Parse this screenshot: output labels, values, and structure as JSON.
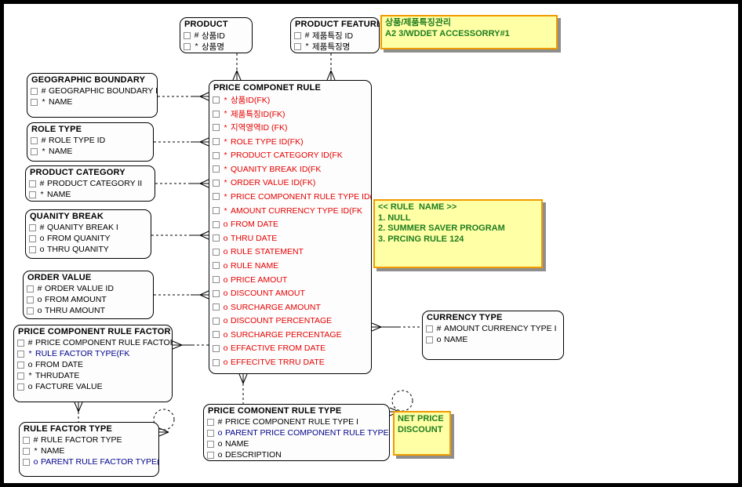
{
  "colors": {
    "entity_border": "#000000",
    "entity_fill": "#fdfdfd",
    "attr_default": "#000000",
    "attr_fk_red": "#e60000",
    "attr_fk_blue": "#00008b",
    "note_fill": "#ffffa6",
    "note_border": "#f09b00",
    "note_text": "#1f7d1f",
    "note_shadow": "#8e8e8e"
  },
  "entities": {
    "product": {
      "title": "PRODUCT",
      "attrs": [
        {
          "k": "#",
          "t": "상품ID"
        },
        {
          "k": "*",
          "t": "상품명"
        }
      ]
    },
    "product_feature": {
      "title": "PRODUCT FEATURE",
      "attrs": [
        {
          "k": "#",
          "t": "제품특징 ID"
        },
        {
          "k": "*",
          "t": "제품특징명"
        }
      ]
    },
    "geographic_boundary": {
      "title": "GEOGRAPHIC BOUNDARY",
      "attrs": [
        {
          "k": "#",
          "t": "GEOGRAPHIC BOUNDARY I"
        },
        {
          "k": "*",
          "t": "NAME"
        }
      ]
    },
    "role_type": {
      "title": "ROLE TYPE",
      "attrs": [
        {
          "k": "#",
          "t": "ROLE TYPE ID"
        },
        {
          "k": "*",
          "t": "NAME"
        }
      ]
    },
    "product_category": {
      "title": "PRODUCT CATEGORY",
      "attrs": [
        {
          "k": "#",
          "t": "PRODUCT CATEGORY II"
        },
        {
          "k": "*",
          "t": "NAME"
        }
      ]
    },
    "quanity_break": {
      "title": "QUANITY BREAK",
      "attrs": [
        {
          "k": "#",
          "t": "QUANITY BREAK I"
        },
        {
          "k": "o",
          "t": "FROM QUANITY"
        },
        {
          "k": "o",
          "t": "THRU QUANITY"
        }
      ]
    },
    "order_value": {
      "title": "ORDER VALUE",
      "attrs": [
        {
          "k": "#",
          "t": "ORDER VALUE ID"
        },
        {
          "k": "o",
          "t": "FROM AMOUNT"
        },
        {
          "k": "o",
          "t": "THRU AMOUNT"
        }
      ]
    },
    "price_component_rule_factor": {
      "title": "PRICE COMPONENT RULE FACTOR",
      "attrs": [
        {
          "k": "#",
          "t": "PRICE COMPONENT RULE FACTOR I"
        },
        {
          "k": "*",
          "t": "RULE FACTOR TYPE(FK",
          "c": "#00008b"
        },
        {
          "k": "o",
          "t": "FROM DATE"
        },
        {
          "k": "*",
          "t": "THRUDATE"
        },
        {
          "k": "o",
          "t": "FACTURE VALUE"
        }
      ]
    },
    "rule_factor_type": {
      "title": "RULE FACTOR TYPE",
      "attrs": [
        {
          "k": "#",
          "t": "RULE FACTOR TYPE"
        },
        {
          "k": "*",
          "t": "NAME"
        },
        {
          "k": "o",
          "t": "PARENT RULE FACTOR TYPE(FK",
          "c": "#00008b"
        }
      ]
    },
    "price_componet_rule": {
      "title": "PRICE COMPONET RULE",
      "attrs": [
        {
          "k": "*",
          "t": "상품ID(FK)",
          "c": "#e60000"
        },
        {
          "k": "*",
          "t": "제품특징ID(FK)",
          "c": "#e60000"
        },
        {
          "k": "*",
          "t": "지역영역ID (FK)",
          "c": "#e60000"
        },
        {
          "k": "*",
          "t": "ROLE TYPE ID(FK)",
          "c": "#e60000"
        },
        {
          "k": "*",
          "t": "PRODUCT CATEGORY ID(FK",
          "c": "#e60000"
        },
        {
          "k": "*",
          "t": "QUANITY BREAK ID(FK",
          "c": "#e60000"
        },
        {
          "k": "*",
          "t": "ORDER VALUE ID(FK)",
          "c": "#e60000"
        },
        {
          "k": "*",
          "t": "PRICE COMPONENT RULE TYPE ID(FK",
          "c": "#e60000"
        },
        {
          "k": "*",
          "t": "AMOUNT CURRENCY TYPE ID(FK",
          "c": "#e60000"
        },
        {
          "k": "o",
          "t": "FROM DATE",
          "c": "#e60000"
        },
        {
          "k": "o",
          "t": "THRU DATE",
          "c": "#e60000"
        },
        {
          "k": "o",
          "t": "RULE STATEMENT",
          "c": "#e60000"
        },
        {
          "k": "o",
          "t": "RULE NAME",
          "c": "#e60000"
        },
        {
          "k": "o",
          "t": "PRICE AMOUT",
          "c": "#e60000"
        },
        {
          "k": "o",
          "t": "DISCOUNT AMOUT",
          "c": "#e60000"
        },
        {
          "k": "o",
          "t": "SURCHARGE AMOUNT",
          "c": "#e60000"
        },
        {
          "k": "o",
          "t": "DISCOUNT PERCENTAGE",
          "c": "#e60000"
        },
        {
          "k": "o",
          "t": "SURCHARGE PERCENTAGE",
          "c": "#e60000"
        },
        {
          "k": "o",
          "t": "EFFACTIVE FROM DATE",
          "c": "#e60000"
        },
        {
          "k": "o",
          "t": "EFFECITVE TRRU DATE",
          "c": "#e60000"
        }
      ]
    },
    "currency_type": {
      "title": "CURRENCY TYPE",
      "attrs": [
        {
          "k": "#",
          "t": "AMOUNT CURRENCY TYPE I"
        },
        {
          "k": "o",
          "t": "NAME"
        }
      ]
    },
    "price_comonent_rule_type": {
      "title": "PRICE COMONENT RULE TYPE",
      "attrs": [
        {
          "k": "#",
          "t": "PRICE COMPONENT RULE TYPE I"
        },
        {
          "k": "o",
          "t": "PARENT PRICE COMPONENT RULE TYPE ID(",
          "c": "#00008b"
        },
        {
          "k": "o",
          "t": "NAME"
        },
        {
          "k": "o",
          "t": "DESCRIPTION"
        }
      ]
    }
  },
  "notes": {
    "product_feature_note": {
      "lines": [
        "상품/제품특징관리",
        "A2 3/WDDET ACCESSORRY#1"
      ]
    },
    "rule_name_note": {
      "lines": [
        "<< RULE  NAME >>",
        "1. NULL",
        "2. SUMMER SAVER PROGRAM",
        "3. PRCING RULE 124"
      ]
    },
    "net_price_note": {
      "lines": [
        "NET PRICE",
        "DISCOUNT"
      ]
    }
  }
}
